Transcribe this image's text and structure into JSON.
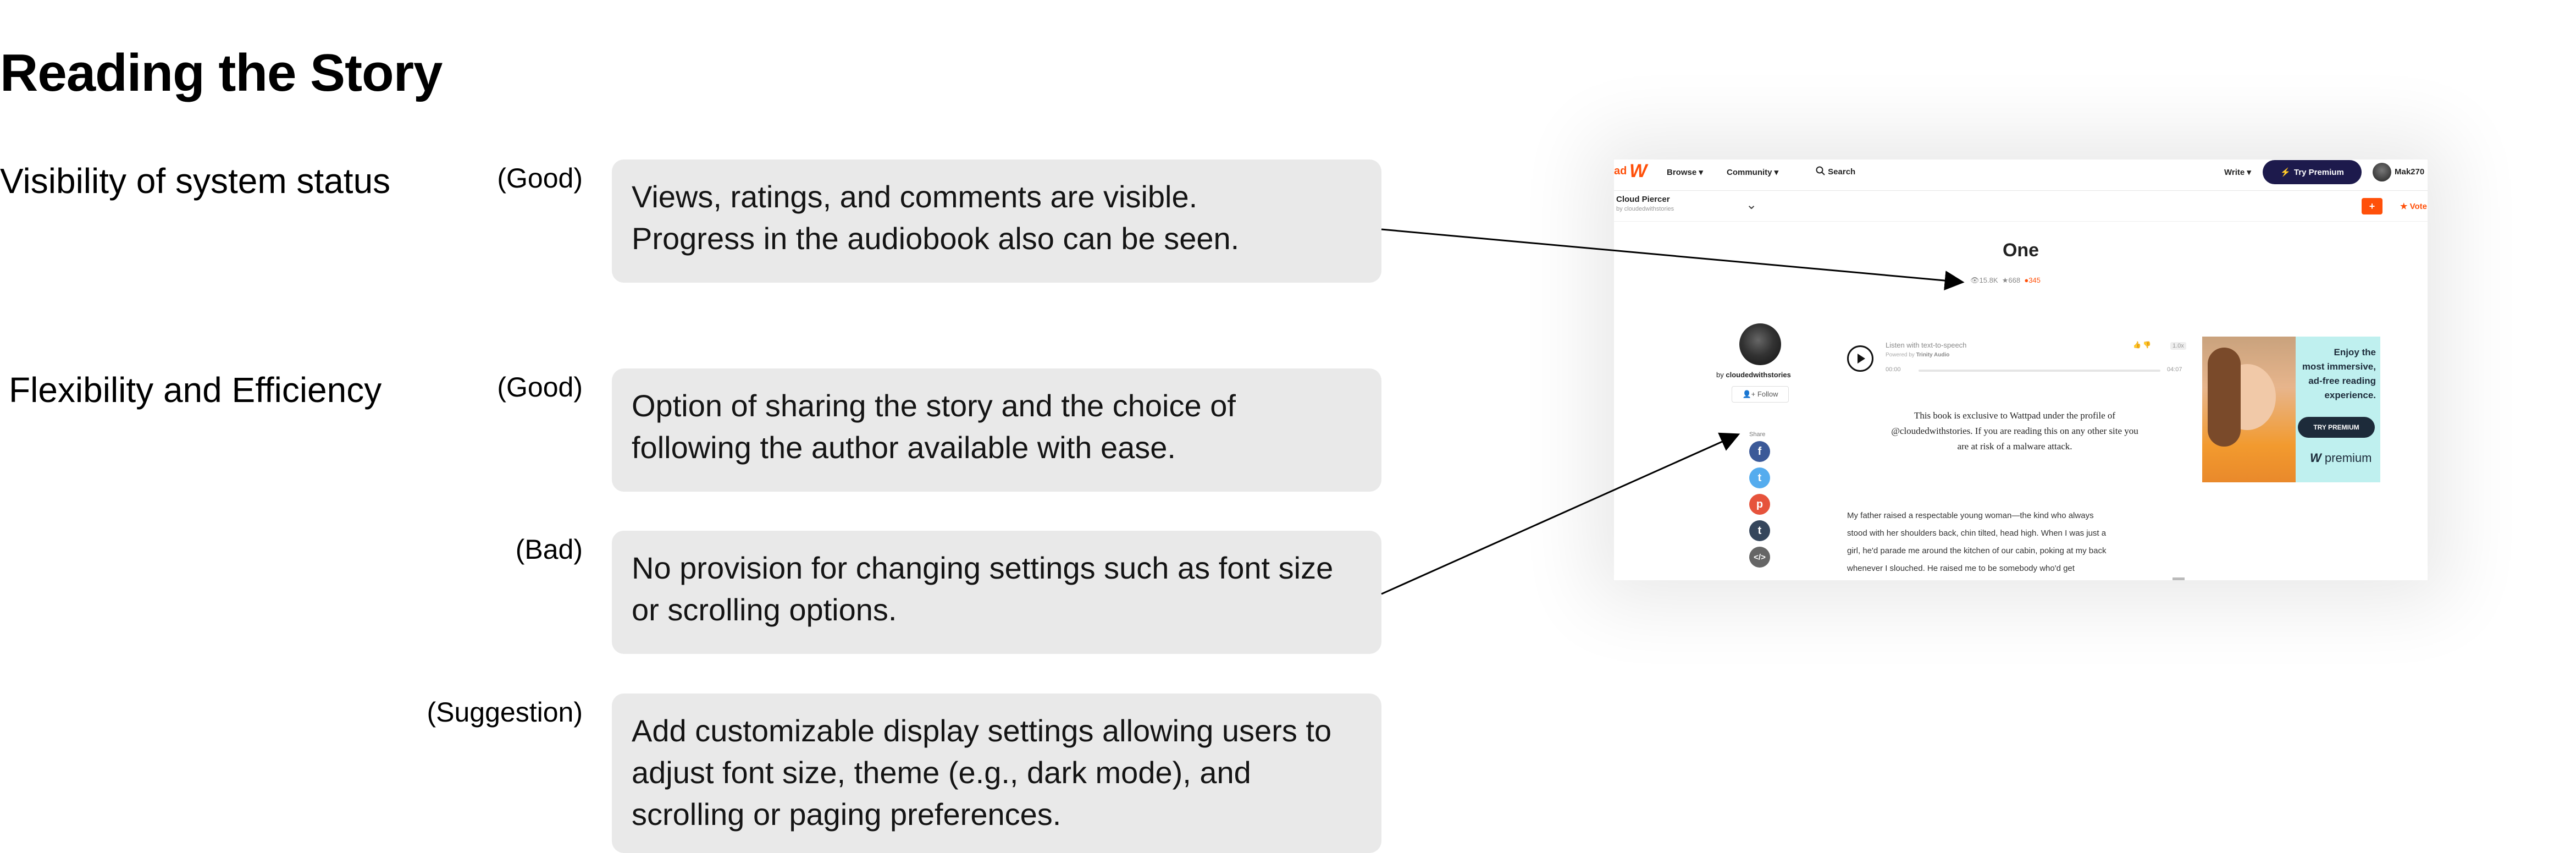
{
  "page": {
    "title": "Reading the Story"
  },
  "rows": {
    "visibility": {
      "heuristic": "Visibility of system status",
      "rating": "(Good)",
      "lines": [
        "Views, ratings, and comments are visible.",
        "Progress in the audiobook also can be seen."
      ]
    },
    "flex_good": {
      "heuristic": "Flexibility and Efficiency",
      "rating": "(Good)",
      "lines": [
        "Option of sharing the story and the choice of",
        "following the author available with ease."
      ]
    },
    "flex_bad": {
      "rating": "(Bad)",
      "lines": [
        "No provision for changing settings such as font size",
        "or scrolling options."
      ]
    },
    "suggestion": {
      "rating": "(Suggestion)",
      "lines": [
        "Add customizable display settings allowing users to",
        "adjust font size, theme (e.g., dark mode), and",
        "scrolling or paging preferences."
      ]
    }
  },
  "colors": {
    "card_bg": "#e9e9e9",
    "brand": "#ff500a",
    "premium_bg": "#1d1a4c",
    "ad_bg": "#bff0ef"
  },
  "screenshot": {
    "nav": {
      "logo_prefix": "ad",
      "logo_letter": "W",
      "browse": "Browse",
      "community": "Community",
      "search": "Search",
      "write": "Write",
      "try_premium": "Try Premium",
      "username": "Mak270"
    },
    "story": {
      "title": "Cloud Piercer",
      "author_line": "by cloudedwithstories",
      "add_button": "+",
      "vote": "Vote"
    },
    "chapter": {
      "title": "One",
      "views": "15.8K",
      "votes": "668",
      "comments": "345"
    },
    "author": {
      "by": "by",
      "name": "cloudedwithstories",
      "follow": "Follow"
    },
    "share": {
      "label": "Share",
      "icons": [
        "facebook-icon",
        "twitter-icon",
        "pinterest-icon",
        "tumblr-icon",
        "embed-icon"
      ]
    },
    "audio": {
      "label": "Listen with text-to-speech",
      "powered_by": "Powered by",
      "provider": "Trinity Audio",
      "time_start": "00:00",
      "time_end": "04:07",
      "speed": "1.0x"
    },
    "notice": [
      "This book is exclusive to Wattpad under the profile of",
      "@cloudedwithstories. If you are reading this on any other site you",
      "are at risk of a malware attack."
    ],
    "body": [
      "My father raised a respectable young woman—the kind who always",
      "stood with her shoulders back, chin tilted, head high. When I was just a",
      "girl, he'd parade me around the kitchen of our cabin, poking at my back",
      "whenever I slouched. He raised me to be somebody who'd get"
    ],
    "ad": {
      "lines": [
        "Enjoy the",
        "most immersive,",
        "ad-free reading",
        "experience."
      ],
      "button": "TRY PREMIUM",
      "brand": "premium"
    }
  }
}
